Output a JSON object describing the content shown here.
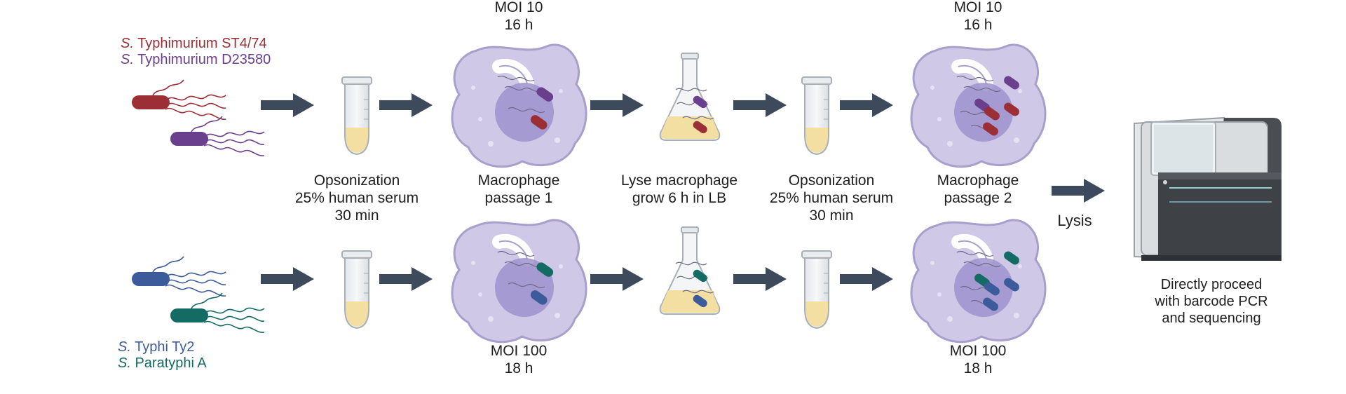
{
  "strains": {
    "top": [
      {
        "genus": "S.",
        "name": "Typhimurium ST4/74",
        "color": "#9b2f35"
      },
      {
        "genus": "S.",
        "name": "Typhimurium D23580",
        "color": "#6a3f8e"
      }
    ],
    "bottom": [
      {
        "genus": "S.",
        "name": "Typhi Ty2",
        "color": "#3b5b9a"
      },
      {
        "genus": "S.",
        "name": "Paratyphi A",
        "color": "#136b63"
      }
    ]
  },
  "conditions": {
    "top_passage1": [
      "MOI 10",
      "16 h"
    ],
    "top_passage2": [
      "MOI 10",
      "16 h"
    ],
    "bottom_passage1": [
      "MOI 100",
      "18 h"
    ],
    "bottom_passage2": [
      "MOI 100",
      "18 h"
    ]
  },
  "steps": {
    "opsonization_1": [
      "Opsonization",
      "25% human serum",
      "30 min"
    ],
    "macrophage_1": [
      "Macrophage",
      "passage 1"
    ],
    "lyse": [
      "Lyse macrophage",
      "grow 6 h in LB"
    ],
    "opsonization_2": [
      "Opsonization",
      "25% human serum",
      "30 min"
    ],
    "macrophage_2": [
      "Macrophage",
      "passage 2"
    ],
    "lysis": "Lysis",
    "sequencing": [
      "Directly proceed",
      "with barcode PCR",
      "and sequencing"
    ]
  },
  "colors": {
    "arrow": "#3d4a5c",
    "macrophage": "#cfc8e6",
    "macrophage_edge": "#a79fcc",
    "nucleus": "#9d92cc",
    "serum": "#f3dfa2"
  }
}
